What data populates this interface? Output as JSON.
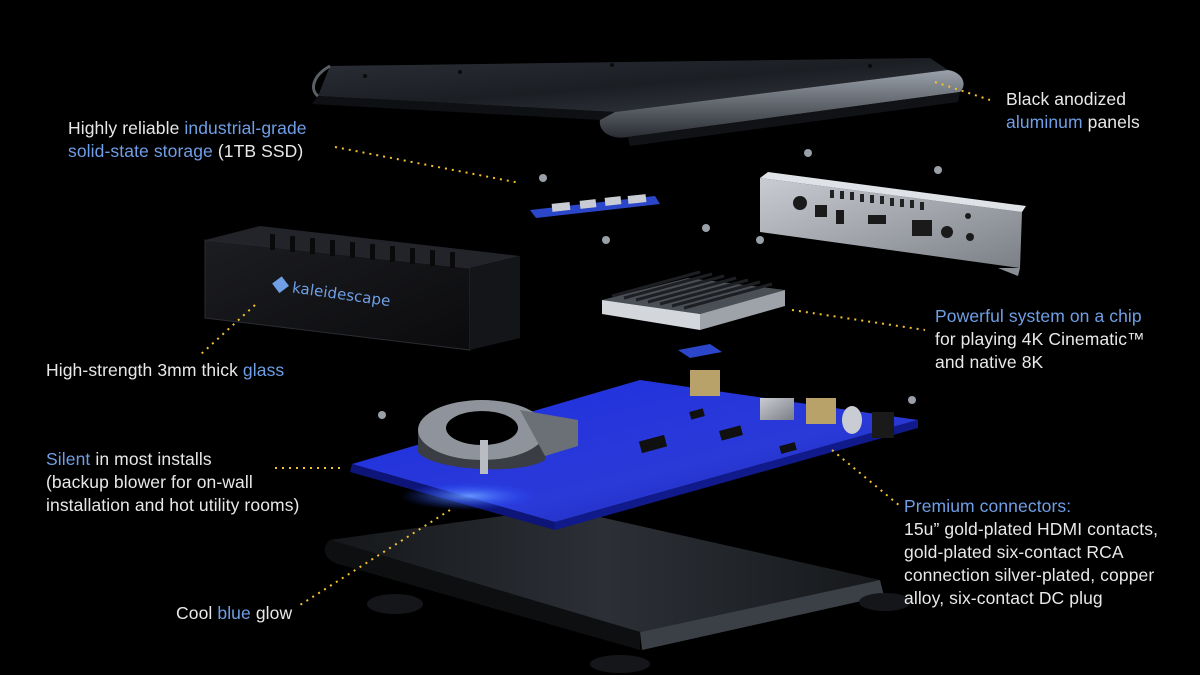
{
  "colors": {
    "background": "#000000",
    "text": "#e8e8e8",
    "highlight": "#6f9fe6",
    "leader": "#f2c12e",
    "board": "#2233d8"
  },
  "brand": {
    "logo_text": "kaleidescape",
    "logo_icon": "kaleidescape-cube-icon"
  },
  "callouts": {
    "panels": {
      "line1": "Black anodized",
      "line2_hl": "aluminum",
      "line2_rest": " panels"
    },
    "storage": {
      "line1_pre": "Highly reliable ",
      "line1_hl": "industrial-grade",
      "line2_hl": "solid-state storage",
      "line2_rest": " (1TB SSD)"
    },
    "glass": {
      "pre": "High-strength 3mm thick ",
      "hl": "glass"
    },
    "soc": {
      "line1_hl": "Powerful system on a chip",
      "line2": "for playing 4K Cinematic™",
      "line3": "and native 8K"
    },
    "silent": {
      "line1_hl": "Silent",
      "line1_rest": " in most installs",
      "line2": "(backup blower for on-wall",
      "line3": "installation and hot utility rooms)"
    },
    "connectors": {
      "line1_hl": "Premium connectors:",
      "line2": "15u” gold-plated HDMI contacts,",
      "line3": "gold-plated six-contact RCA",
      "line4": "connection silver-plated, copper",
      "line5": "alloy, six-contact DC plug"
    },
    "glow": {
      "pre": "Cool ",
      "hl": "blue",
      "rest": " glow"
    }
  }
}
